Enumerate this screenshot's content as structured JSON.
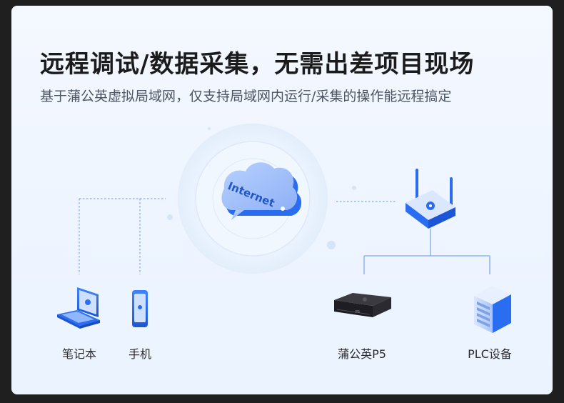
{
  "header": {
    "title": "远程调试/数据采集，无需出差项目现场",
    "subtitle": "基于蒲公英虚拟局域网，仅支持局域网内运行/采集的操作能远程搞定"
  },
  "cloud": {
    "label": "Internet"
  },
  "devices": {
    "laptop": "笔记本",
    "phone": "手机",
    "p5": "蒲公英P5",
    "plc": "PLC设备"
  },
  "p5_badge": "P5",
  "colors": {
    "accent": "#2a6df0",
    "accent_light": "#8fb6ff",
    "line": "#7fa9f5",
    "dark": "#1e1e22"
  }
}
